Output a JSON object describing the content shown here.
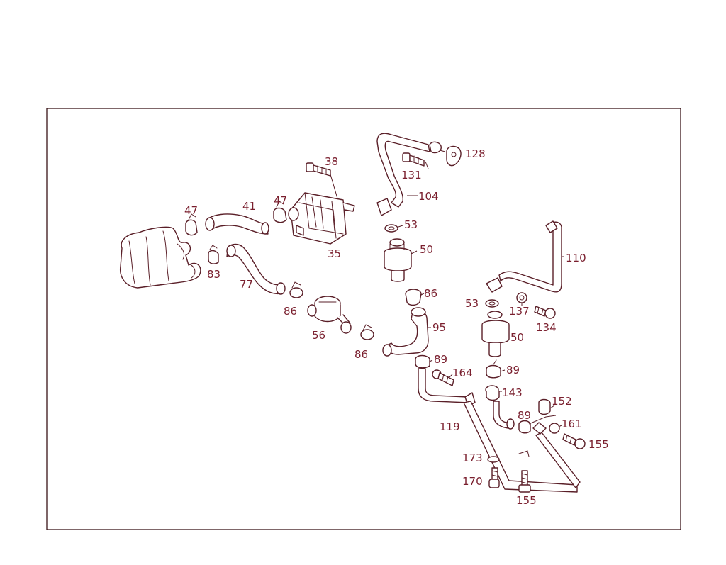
{
  "diagram": {
    "callouts": {
      "c38": "38",
      "c128": "128",
      "c131": "131",
      "c104": "104",
      "c47a": "47",
      "c41": "41",
      "c47b": "47",
      "c53a": "53",
      "c35": "35",
      "c50a": "50",
      "c110": "110",
      "c83": "83",
      "c77": "77",
      "c86a": "86",
      "c86b": "86",
      "c56": "56",
      "c86c": "86",
      "c95": "95",
      "c53b": "53",
      "c137": "137",
      "c134": "134",
      "c50b": "50",
      "c89a": "89",
      "c164": "164",
      "c89b": "89",
      "c143": "143",
      "c152": "152",
      "c89c": "89",
      "c119": "119",
      "c161": "161",
      "c155a": "155",
      "c173": "173",
      "c170": "170",
      "c155b": "155"
    }
  }
}
